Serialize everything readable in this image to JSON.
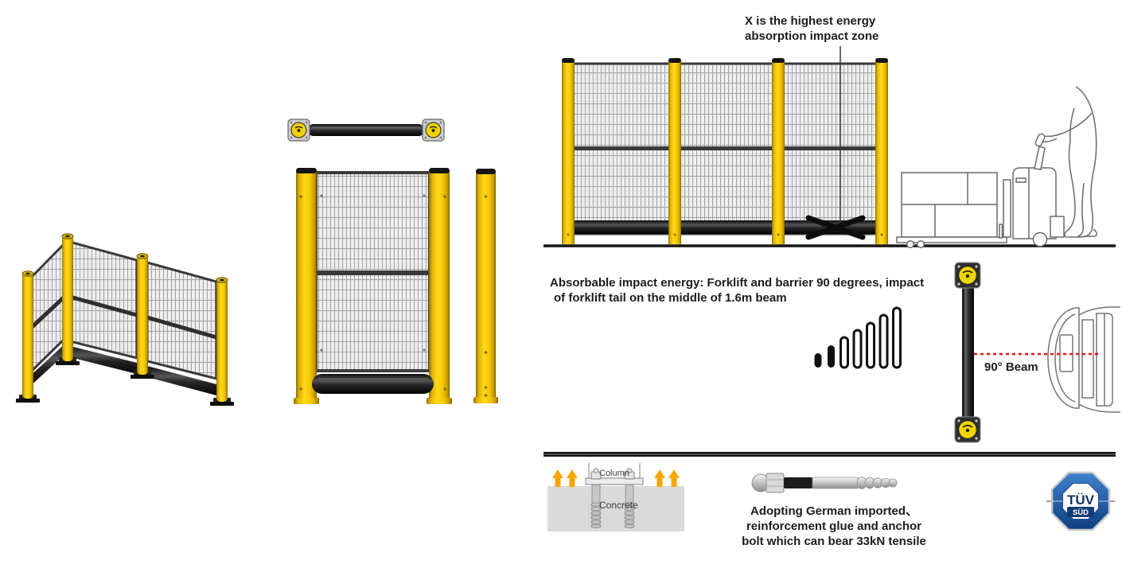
{
  "annotations": {
    "impact_zone": {
      "line1": "X is the highest energy",
      "line2": "absorption impact zone"
    },
    "absorbable": {
      "line1": "Absorbable impact energy:  Forklift and barrier 90 degrees, impact",
      "line2": "of forklift tail on the middle of 1.6m beam"
    },
    "beam_angle_label": "90° Beam",
    "foundation": {
      "column": "Column",
      "concrete": "Concrete"
    },
    "anchor": {
      "line1": "Adopting German imported、",
      "line2": "reinforcement glue and anchor",
      "line3": "bolt which can bear 33kN tensile"
    },
    "tuv": {
      "top": "TÜV",
      "bottom": "SÜD"
    }
  },
  "energy_bars": {
    "count": 7,
    "filled_count": 2,
    "meaning": "increasing absorbable impact energy"
  },
  "markers": {
    "impact_marker": "X"
  },
  "colors": {
    "post_yellow": "#f6c800",
    "frame_dark": "#3a3a3a",
    "bumper_black": "#1c1c1c",
    "mesh_gray": "#ededed",
    "arrow_orange": "#f7a600",
    "impact_line_red": "#ee1111",
    "tuv_blue": "#15549e",
    "concrete_gray": "#dadada"
  }
}
